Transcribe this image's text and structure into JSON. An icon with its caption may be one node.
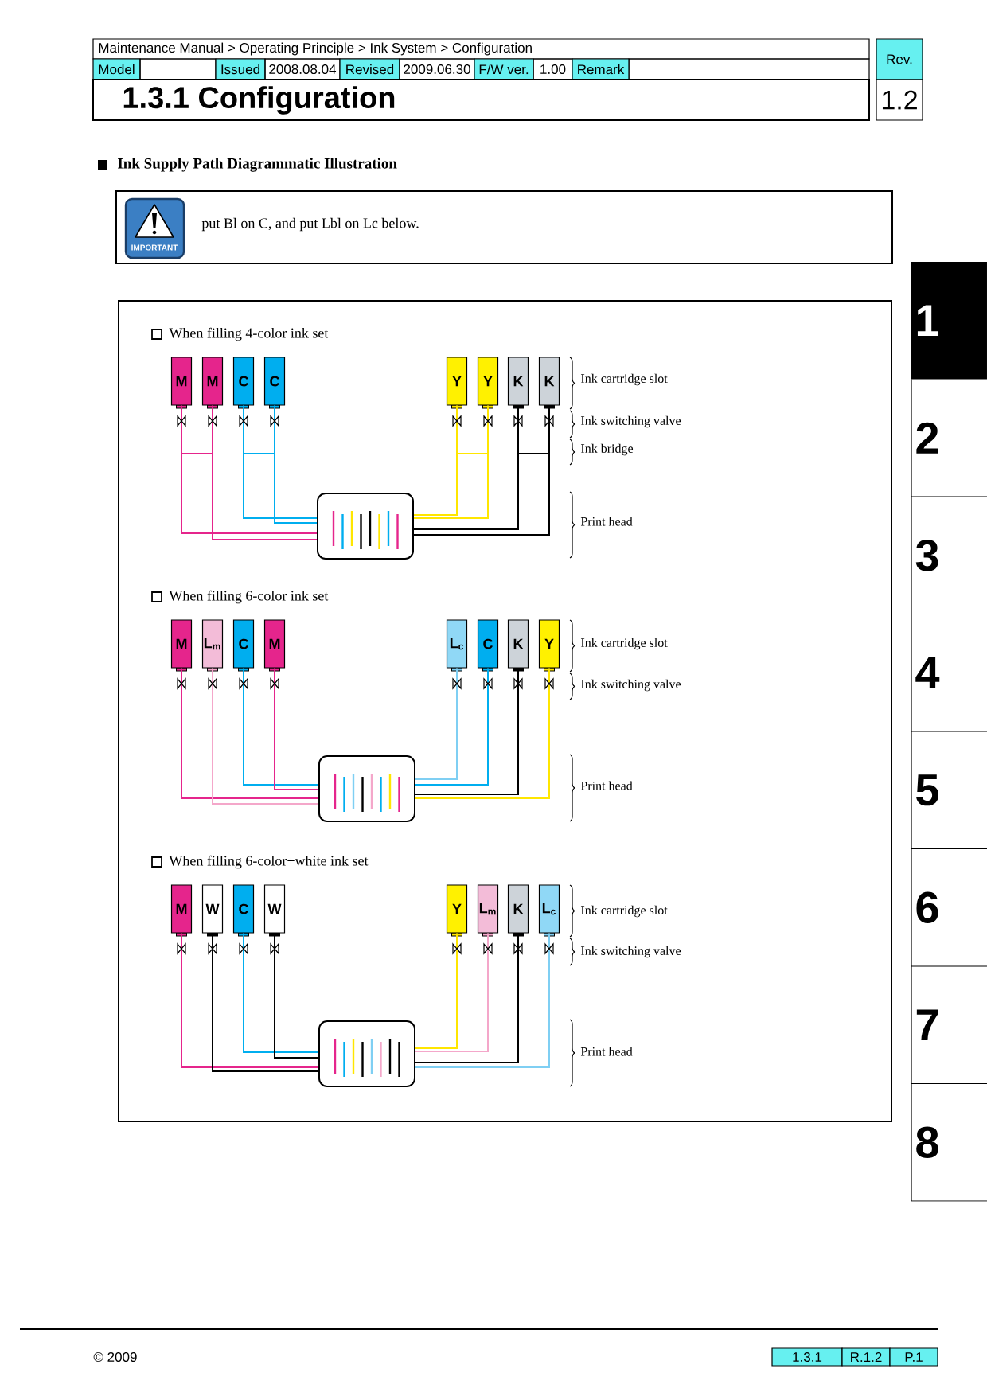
{
  "diagram": {
    "title": "1.3.1 Configuration",
    "nodes": [
      {
        "text": [
          "put Bl on C, and put Lbl on Lc below."
        ]
      },
      {
        "text": [
          "M"
        ]
      },
      {
        "text": [
          "M"
        ]
      },
      {
        "text": [
          "C"
        ]
      },
      {
        "text": [
          "C"
        ]
      },
      {
        "text": [
          "Y"
        ]
      },
      {
        "text": [
          "Y"
        ]
      },
      {
        "text": [
          "K"
        ]
      },
      {
        "text": [
          "K"
        ]
      },
      {
        "text": [],
        "shape": "box"
      },
      {
        "text": [
          "M"
        ]
      },
      {
        "text": [
          "L$_{m}$"
        ]
      },
      {
        "text": [
          "C"
        ]
      },
      {
        "text": [
          "M"
        ]
      },
      {
        "text": [
          "L$_{c}$"
        ]
      },
      {
        "text": [
          "C"
        ]
      },
      {
        "text": [
          "K"
        ]
      },
      {
        "text": [
          "Y"
        ]
      },
      {
        "text": [],
        "shape": "box"
      },
      {
        "text": [
          "M"
        ]
      },
      {
        "text": [
          "W"
        ]
      },
      {
        "text": [
          "C"
        ]
      },
      {
        "text": [
          "W"
        ]
      },
      {
        "text": [
          "Y"
        ]
      },
      {
        "text": [
          "L$_{m}$"
        ]
      },
      {
        "text": [
          "K"
        ]
      },
      {
        "text": [
          "L$_{c}$"
        ]
      },
      {
        "text": [],
        "shape": "box"
      }
    ],
    "edges": [
      {
        "from": 1,
        "to": 9,
        "arrow": "none",
        "color": "#e5258c"
      },
      {
        "from": 2,
        "to": 9,
        "arrow": "none",
        "color": "#e5258c"
      },
      {
        "from": 3,
        "to": 9,
        "arrow": "none",
        "color": "#00aeef"
      },
      {
        "from": 4,
        "to": 9,
        "arrow": "none",
        "color": "#00aeef"
      },
      {
        "from": 5,
        "to": 9,
        "arrow": "none",
        "color": "#ffe600"
      },
      {
        "from": 6,
        "to": 9,
        "arrow": "none",
        "color": "#ffe600"
      },
      {
        "from": 7,
        "to": 9,
        "arrow": "none",
        "color": "#000000"
      },
      {
        "from": 8,
        "to": 9,
        "arrow": "none",
        "color": "#000000"
      },
      {
        "from": 10,
        "to": 18,
        "arrow": "none",
        "color": "#e5258c"
      },
      {
        "from": 11,
        "to": 18,
        "arrow": "none",
        "color": "#f4a7ca"
      },
      {
        "from": 12,
        "to": 18,
        "arrow": "none",
        "color": "#00aeef"
      },
      {
        "from": 13,
        "to": 18,
        "arrow": "none",
        "color": "#e5258c"
      },
      {
        "from": 14,
        "to": 18,
        "arrow": "none",
        "color": "#7fcff3"
      },
      {
        "from": 15,
        "to": 18,
        "arrow": "none",
        "color": "#00aeef"
      },
      {
        "from": 16,
        "to": 18,
        "arrow": "none",
        "color": "#000000"
      },
      {
        "from": 17,
        "to": 18,
        "arrow": "none",
        "color": "#ffe600"
      },
      {
        "from": 19,
        "to": 27,
        "arrow": "none",
        "color": "#e5258c"
      },
      {
        "from": 20,
        "to": 27,
        "arrow": "none",
        "color": "#000000"
      },
      {
        "from": 21,
        "to": 27,
        "arrow": "none",
        "color": "#00aeef"
      },
      {
        "from": 22,
        "to": 27,
        "arrow": "none",
        "color": "#000000"
      },
      {
        "from": 23,
        "to": 27,
        "arrow": "none",
        "color": "#ffe600"
      },
      {
        "from": 24,
        "to": 27,
        "arrow": "none",
        "color": "#f4a7ca"
      },
      {
        "from": 25,
        "to": 27,
        "arrow": "none",
        "color": "#000000"
      },
      {
        "from": 26,
        "to": 27,
        "arrow": "none",
        "color": "#7fcff3"
      }
    ],
    "labels": [
      "Maintenance Manual > Operating Principle > Ink System > Configuration",
      "Rev.",
      "Model",
      "Issued",
      "2008.08.04",
      "Revised",
      "2009.06.30",
      "F/W ver.",
      "1.00",
      "Remark",
      "1.2",
      "Ink Supply Path Diagrammatic Illustration",
      "IMPORTANT",
      "When filling 4-color ink set",
      "Ink cartridge slot",
      "Ink switching valve",
      "Ink bridge",
      "Print head",
      "When filling 6-color ink set",
      "Ink cartridge slot",
      "Ink switching valve",
      "Print head",
      "When filling 6-color+white ink set",
      "Ink cartridge slot",
      "Ink switching valve",
      "Print head",
      "1",
      "2",
      "3",
      "4",
      "5",
      "6",
      "7",
      "8",
      "© 2009",
      "1.3.1",
      "R.1.2",
      "P.1"
    ]
  }
}
